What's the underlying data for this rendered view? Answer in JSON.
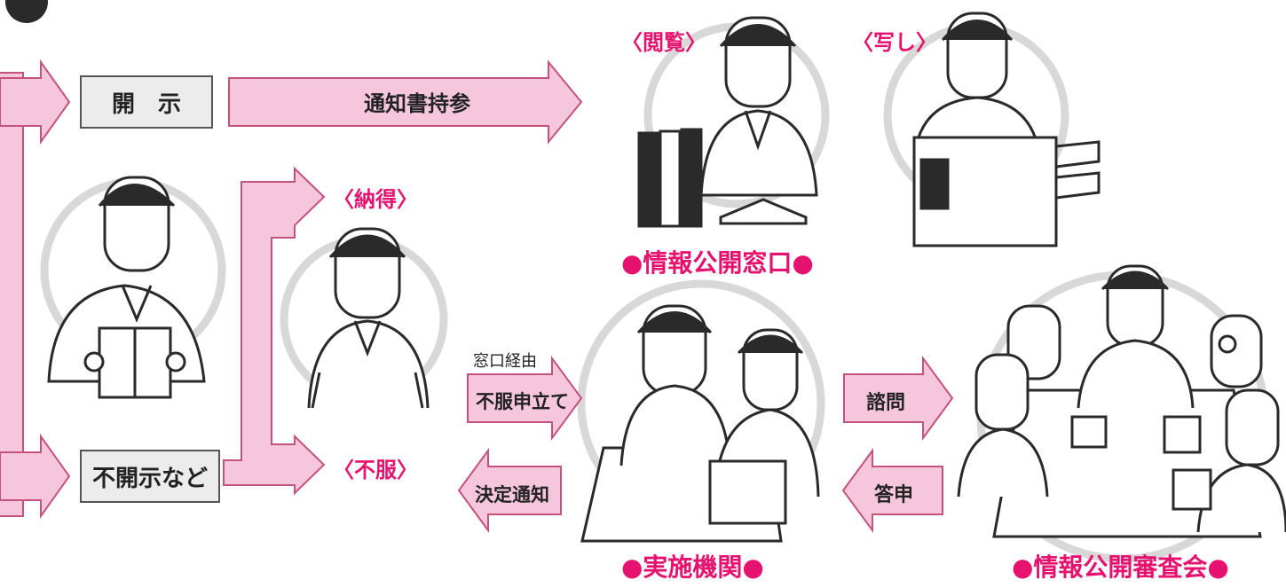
{
  "colors": {
    "arrow_fill": "#f6c6dc",
    "arrow_stroke": "#c2537e",
    "accent": "#e5136f",
    "box_fill": "#ececec",
    "line": "#2a2a2a",
    "circle": "#d8d8d8"
  },
  "flow": {
    "disclose_box": "開　示",
    "nondisclose_box": "不開示など",
    "notice_arrow": "通知書持参",
    "accept_label": "〈納得〉",
    "disagree_label": "〈不服〉",
    "via_window": "窓口経由",
    "objection_arrow": "不服申立て",
    "decision_arrow": "決定通知",
    "inquiry_arrow": "諮問",
    "report_arrow": "答申"
  },
  "window": {
    "view_label": "〈閲覧〉",
    "copy_label": "〈写し〉",
    "title": "●情報公開窓口●"
  },
  "agency": {
    "title": "●実施機関●"
  },
  "council": {
    "title": "●情報公開審査会●"
  },
  "illustrations": [
    {
      "name": "requester-reading-person-icon"
    },
    {
      "name": "requester-thinking-person-icon"
    },
    {
      "name": "clerk-with-binders-icon"
    },
    {
      "name": "clerk-with-copier-icon"
    },
    {
      "name": "agency-officials-icon"
    },
    {
      "name": "council-meeting-icon"
    }
  ]
}
